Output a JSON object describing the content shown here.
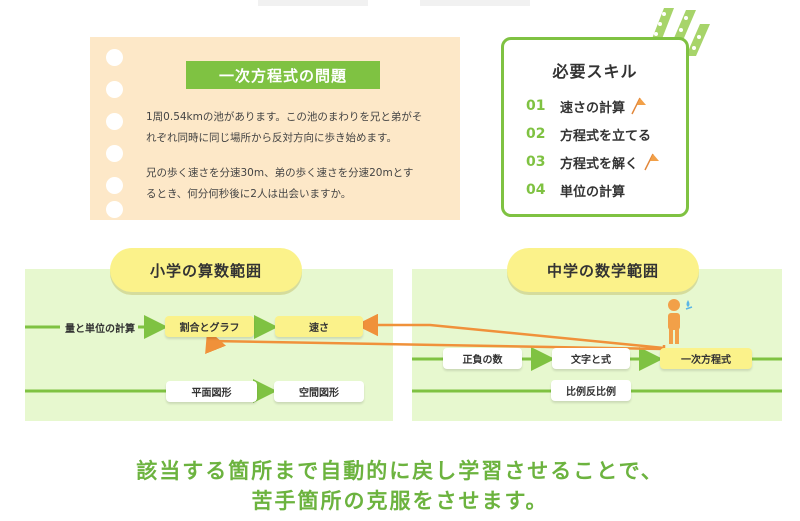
{
  "problem": {
    "title": "一次方程式の問題",
    "line1": "1周0.54kmの池があります。この池のまわりを兄と弟がそ",
    "line2": "れぞれ同時に同じ場所から反対方向に歩き始めます。",
    "line3": "兄の歩く速さを分速30m、弟の歩く速さを分速20mとす",
    "line4": "るとき、何分何秒後に2人は出会いますか。"
  },
  "skills": {
    "title": "必要スキル",
    "items": [
      {
        "num": "01",
        "label": "速さの計算",
        "flag": true
      },
      {
        "num": "02",
        "label": "方程式を立てる",
        "flag": false
      },
      {
        "num": "03",
        "label": "方程式を解く",
        "flag": true
      },
      {
        "num": "04",
        "label": "単位の計算",
        "flag": false
      }
    ]
  },
  "elementary": {
    "title": "小学の算数範囲",
    "nodes": {
      "units": "量と単位の計算",
      "ratio": "割合とグラフ",
      "speed": "速さ",
      "plane": "平面図形",
      "space": "空間図形"
    }
  },
  "junior": {
    "title": "中学の数学範囲",
    "nodes": {
      "signed": "正負の数",
      "letters": "文字と式",
      "linear": "一次方程式",
      "proportion": "比例反比例"
    }
  },
  "bottom": {
    "line1": "該当する箇所まで自動的に戻し学習させることで、",
    "line2": "苦手箇所の克服をさせます。"
  },
  "colors": {
    "green": "#7fc242",
    "yellow": "#fbf28a",
    "panel": "#e7f8cf",
    "card": "#fde8c8",
    "arrow": "#f0913a"
  }
}
